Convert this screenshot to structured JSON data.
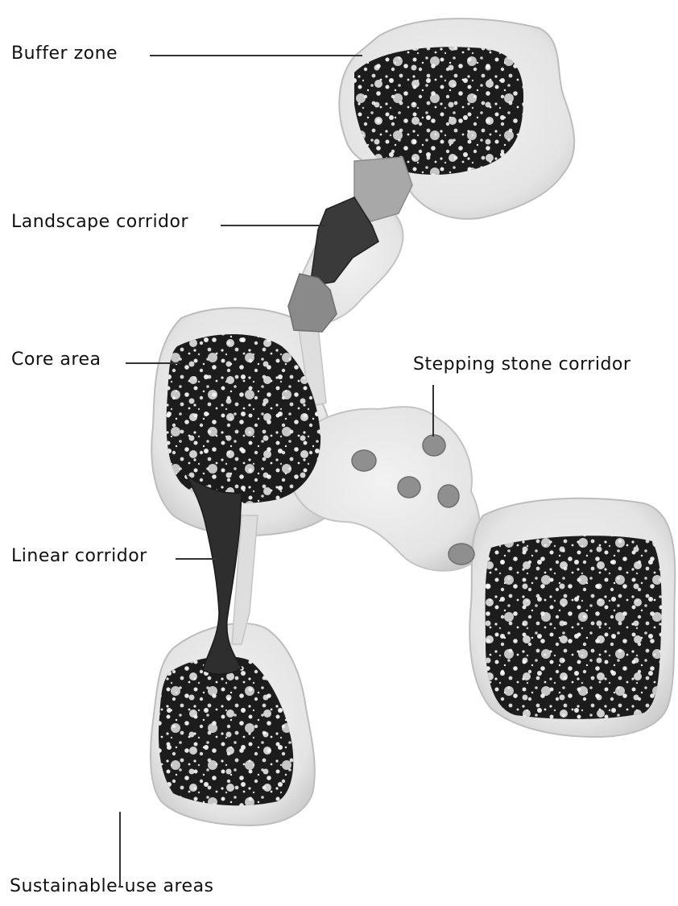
{
  "labels": {
    "buffer_zone": "Buffer zone",
    "landscape_corridor": "Landscape corridor",
    "core_area": "Core area",
    "stepping_stone_corridor": "Stepping stone corridor",
    "linear_corridor": "Linear corridor",
    "sustainable_use_areas": "Sustainable-use areas"
  },
  "colors": {
    "buffer": "#e6e6e6",
    "buffer_edge": "#b9b9b9",
    "core": "#1c1c1c",
    "core_speckle": "#e8e8e8",
    "corridor_dark": "#3a3a3a",
    "corridor_mid": "#8a8a8a",
    "corridor_light": "#c2c2c2",
    "stepping_stone": "#8f8f8f",
    "leader": "#333333"
  }
}
